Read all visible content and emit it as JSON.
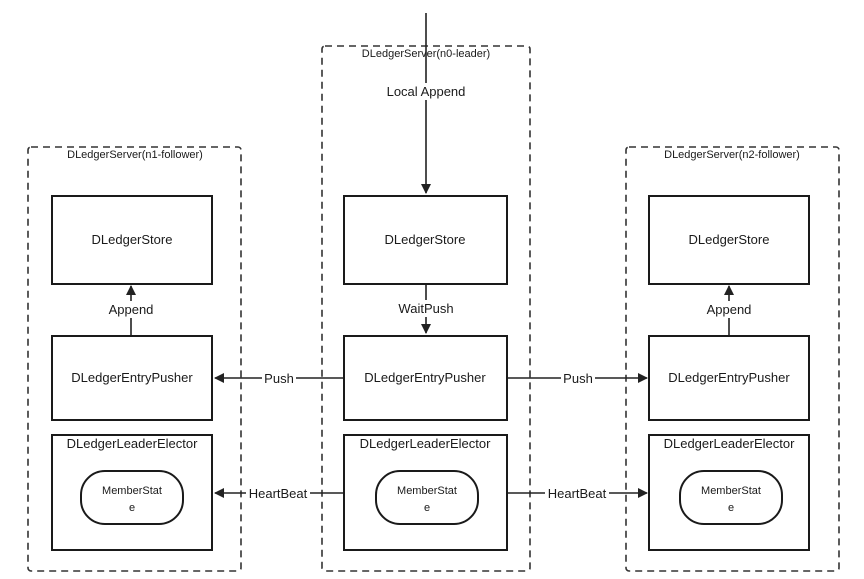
{
  "servers": {
    "leader": {
      "title": "DLedgerServer(n0-leader)",
      "store": "DLedgerStore",
      "pusher": "DLedgerEntryPusher",
      "elector": "DLedgerLeaderElector",
      "member_line1": "MemberStat",
      "member_line2": "e"
    },
    "follower1": {
      "title": "DLedgerServer(n1-follower)",
      "store": "DLedgerStore",
      "pusher": "DLedgerEntryPusher",
      "elector": "DLedgerLeaderElector",
      "member_line1": "MemberStat",
      "member_line2": "e"
    },
    "follower2": {
      "title": "DLedgerServer(n2-follower)",
      "store": "DLedgerStore",
      "pusher": "DLedgerEntryPusher",
      "elector": "DLedgerLeaderElector",
      "member_line1": "MemberStat",
      "member_line2": "e"
    }
  },
  "edges": {
    "local_append": "Local Append",
    "wait_push": "WaitPush",
    "append_left": "Append",
    "append_right": "Append",
    "push_left": "Push",
    "push_right": "Push",
    "heartbeat_left": "HeartBeat",
    "heartbeat_right": "HeartBeat"
  }
}
